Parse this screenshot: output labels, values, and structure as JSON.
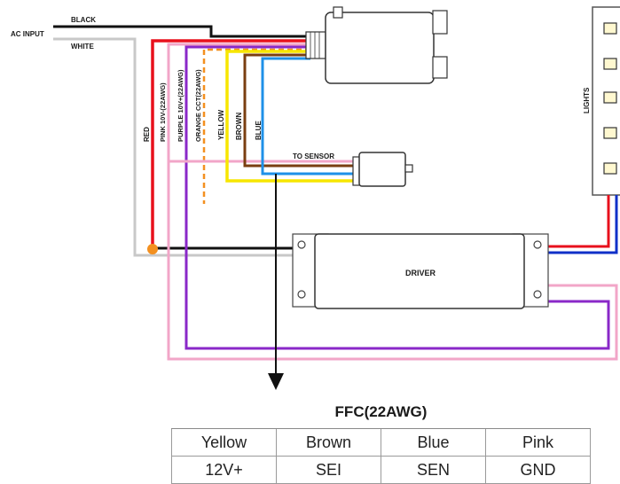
{
  "labels": {
    "ac_input": "AC INPUT",
    "black": "BLACK",
    "white": "WHITE",
    "red": "RED",
    "pink": "PINK 10V-(22AWG)",
    "purple": "PURPLE 10V+(22AWG)",
    "orange": "ORANGE CCT(22AWG)",
    "yellow": "YELLOW",
    "brown": "BROWN",
    "blue": "BLUE",
    "to_sensor": "TO SENSOR",
    "driver": "DRIVER",
    "lights": "LIGHTS"
  },
  "colors": {
    "black": "#111111",
    "white": "#c8c8c8",
    "red": "#e8101c",
    "pink": "#f2a6c8",
    "purple": "#8a28c8",
    "orange": "#f39020",
    "yellow": "#f7e600",
    "brown": "#7a3e10",
    "blue": "#1e90e8",
    "driver_blue": "#1030c8",
    "table_header": "#f4c07e",
    "junction": "#f39020"
  },
  "table": {
    "title": "FFC(22AWG)",
    "headers": [
      "Yellow",
      "Brown",
      "Blue",
      "Pink"
    ],
    "values": [
      "12V+",
      "SEI",
      "SEN",
      "GND"
    ]
  }
}
